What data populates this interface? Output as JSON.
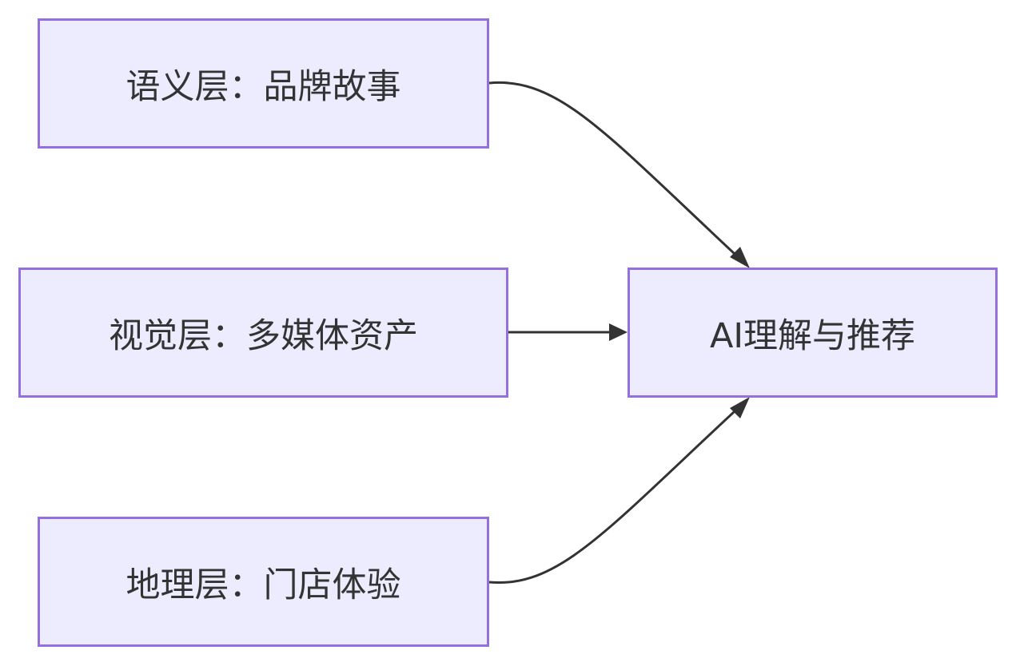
{
  "diagram": {
    "nodes": {
      "semantic": {
        "label": "语义层：品牌故事"
      },
      "visual": {
        "label": "视觉层：多媒体资产"
      },
      "geo": {
        "label": "地理层：门店体验"
      },
      "ai": {
        "label": "AI理解与推荐"
      }
    },
    "edges": [
      {
        "from": "semantic",
        "to": "ai"
      },
      {
        "from": "visual",
        "to": "ai"
      },
      {
        "from": "geo",
        "to": "ai"
      }
    ],
    "colors": {
      "node_fill": "#ececfe",
      "node_border": "#9470dc",
      "edge": "#333333",
      "text": "#333333"
    }
  }
}
